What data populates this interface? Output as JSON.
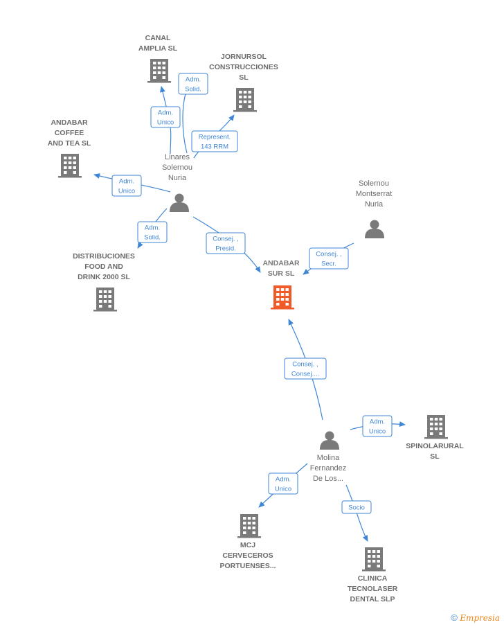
{
  "colors": {
    "edge": "#3f86d6",
    "company": "#7a7a7a",
    "focus": "#f05a28",
    "person": "#7a7a7a"
  },
  "nodes": [
    {
      "id": "canal",
      "type": "company",
      "icon": "building-icon",
      "label": [
        "CANAL",
        "AMPLIA  SL"
      ]
    },
    {
      "id": "jornursol",
      "type": "company",
      "icon": "building-icon",
      "label": [
        "JORNURSOL",
        "CONSTRUCCIONES",
        "SL"
      ]
    },
    {
      "id": "andabar_coffee",
      "type": "company",
      "icon": "building-icon",
      "label": [
        "ANDABAR",
        "COFFEE",
        "AND TEA  SL"
      ]
    },
    {
      "id": "linares",
      "type": "person",
      "icon": "person-icon",
      "label": [
        "Linares",
        "Solernou",
        "Nuria"
      ]
    },
    {
      "id": "solernou",
      "type": "person",
      "icon": "person-icon",
      "label": [
        "Solernou",
        "Montserrat",
        "Nuria"
      ]
    },
    {
      "id": "distribuciones",
      "type": "company",
      "icon": "building-icon",
      "label": [
        "DISTRIBUCIONES",
        "FOOD AND",
        "DRINK 2000 SL"
      ]
    },
    {
      "id": "andabar_sur",
      "type": "focus",
      "icon": "building-icon",
      "label": [
        "ANDABAR",
        "SUR  SL"
      ]
    },
    {
      "id": "molina",
      "type": "person",
      "icon": "person-icon",
      "label": [
        "Molina",
        "Fernandez",
        "De Los..."
      ]
    },
    {
      "id": "spinolarural",
      "type": "company",
      "icon": "building-icon",
      "label": [
        "SPINOLARURAL",
        "SL"
      ]
    },
    {
      "id": "mcj",
      "type": "company",
      "icon": "building-icon",
      "label": [
        "MCJ",
        "CERVECEROS",
        "PORTUENSES..."
      ]
    },
    {
      "id": "clinica",
      "type": "company",
      "icon": "building-icon",
      "label": [
        "CLINICA",
        "TECNOLASER",
        "DENTAL SLP"
      ]
    }
  ],
  "relations": [
    {
      "from": "linares",
      "to": "canal",
      "label": [
        "Adm.",
        "Unico"
      ]
    },
    {
      "from": "linares",
      "to": "canal",
      "label": [
        "Adm.",
        "Solid."
      ]
    },
    {
      "from": "linares",
      "to": "jornursol",
      "label": [
        "Represent.",
        "143 RRM"
      ]
    },
    {
      "from": "linares",
      "to": "andabar_coffee",
      "label": [
        "Adm.",
        "Unico"
      ]
    },
    {
      "from": "linares",
      "to": "distribuciones",
      "label": [
        "Adm.",
        "Solid."
      ]
    },
    {
      "from": "linares",
      "to": "andabar_sur",
      "label": [
        "Consej. ,",
        "Presid."
      ]
    },
    {
      "from": "solernou",
      "to": "andabar_sur",
      "label": [
        "Consej. ,",
        "Secr."
      ]
    },
    {
      "from": "molina",
      "to": "andabar_sur",
      "label": [
        "Consej. ,",
        "Consej...."
      ]
    },
    {
      "from": "molina",
      "to": "spinolarural",
      "label": [
        "Adm.",
        "Unico"
      ]
    },
    {
      "from": "molina",
      "to": "mcj",
      "label": [
        "Adm.",
        "Unico"
      ]
    },
    {
      "from": "molina",
      "to": "clinica",
      "label": [
        "Socio"
      ]
    }
  ],
  "credit": {
    "symbol": "©",
    "brand": "Empresia"
  }
}
